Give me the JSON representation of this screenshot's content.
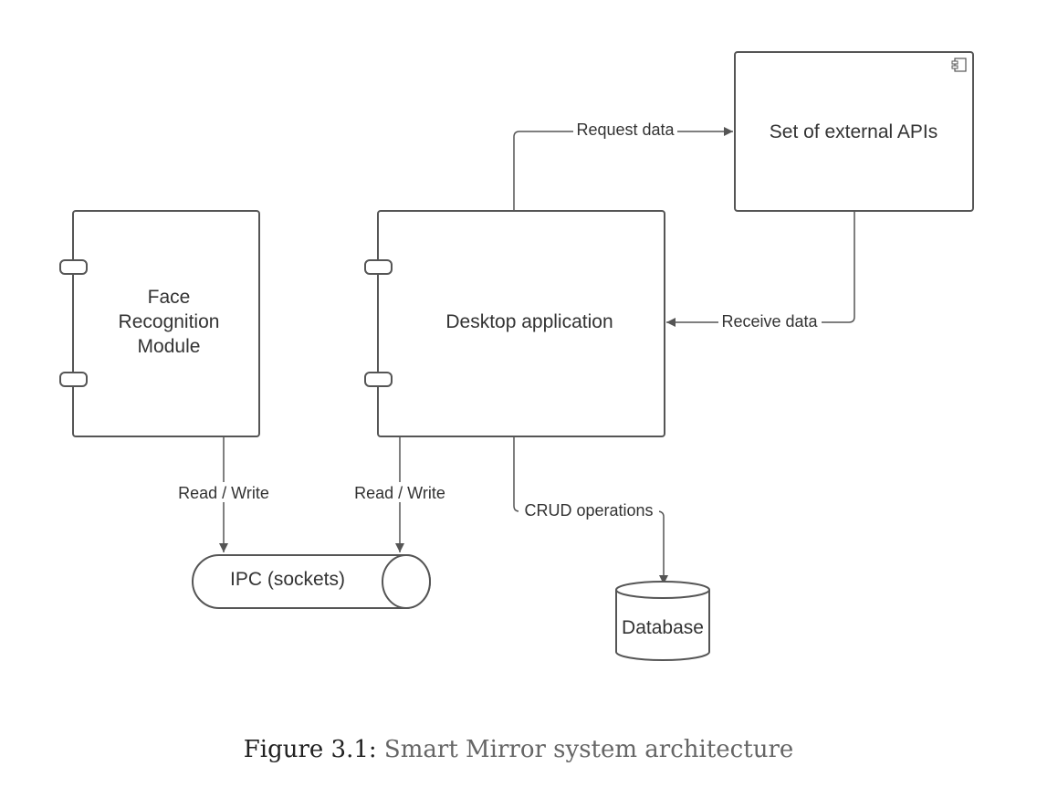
{
  "nodes": {
    "face_recognition": {
      "lines": [
        "Face",
        "Recognition",
        "Module"
      ]
    },
    "desktop_app": {
      "label": "Desktop application"
    },
    "external_apis": {
      "label": "Set of external APIs"
    },
    "ipc": {
      "label": "IPC (sockets)"
    },
    "database": {
      "label": "Database"
    }
  },
  "edges": {
    "request_data": "Request data",
    "receive_data": "Receive data",
    "face_read_write": "Read / Write",
    "desktop_read_write": "Read / Write",
    "crud": "CRUD operations"
  },
  "caption": {
    "prefix": "Figure 3.1:",
    "text": "Smart Mirror system architecture"
  },
  "colors": {
    "stroke": "#555555",
    "text": "#333333"
  }
}
